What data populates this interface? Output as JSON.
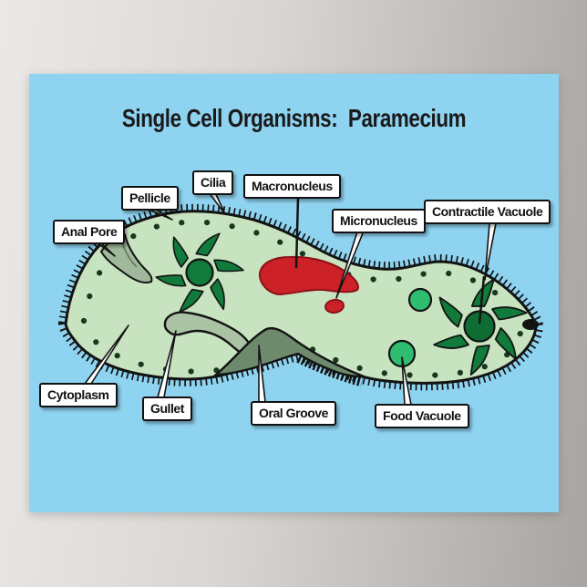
{
  "poster": {
    "title": "Single Cell Organisms:  Paramecium"
  },
  "labels": {
    "cilia": "Cilia",
    "pellicle": "Pellicle",
    "anal_pore": "Anal Pore",
    "macronucleus": "Macronucleus",
    "micronucleus": "Micronucleus",
    "contractile_vacuole": "Contractile Vacuole",
    "cytoplasm": "Cytoplasm",
    "gullet": "Gullet",
    "oral_groove": "Oral Groove",
    "food_vacuole": "Food Vacuole"
  },
  "colors": {
    "poster_blue": "#8ed3f0",
    "body_green": "#c8e3bf",
    "outline": "#131313",
    "organelle_green": "#107b3a",
    "organelle_green_dark": "#0e6d33",
    "vacuole_green": "#2fbe70",
    "nucleus_red": "#cb2127",
    "nucleus_red_outline": "#8c1117",
    "anal_pore_sage": "#a0b99c",
    "anal_pore_crease": "#5f7a5c",
    "gullet_sage": "#abc3a5",
    "groove_sage": "#6e8a6c",
    "edge_dot": "#15381f",
    "leader_white": "#ffffff",
    "title_text": "#1a1a1a"
  }
}
